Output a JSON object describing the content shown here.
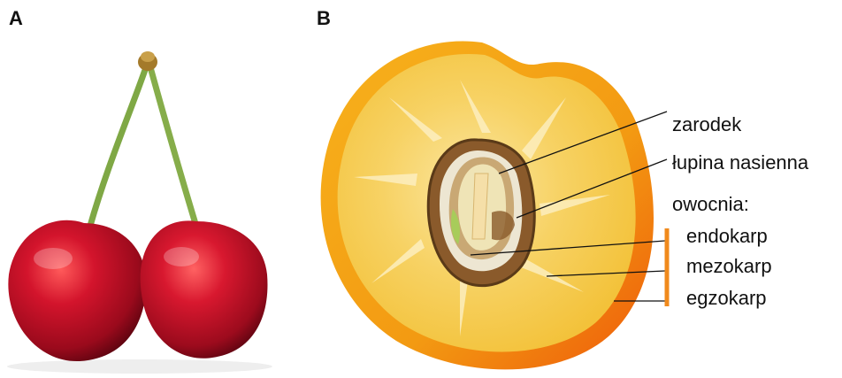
{
  "panels": {
    "a": {
      "label": "A"
    },
    "b": {
      "label": "B"
    }
  },
  "labels": {
    "zarodek": "zarodek",
    "lupina": "łupina nasienna",
    "owocnia": "owocnia:",
    "endokarp": "endokarp",
    "mezokarp": "mezokarp",
    "egzokarp": "egzokarp"
  },
  "colors": {
    "cherry_red": "#c8102e",
    "cherry_dark": "#7a0614",
    "stem_green": "#7fa845",
    "exocarp_orange": "#f18a12",
    "mesocarp_yellow": "#f6c83c",
    "pit_brown": "#8a5a2b",
    "bracket_orange": "#f08a1c"
  }
}
